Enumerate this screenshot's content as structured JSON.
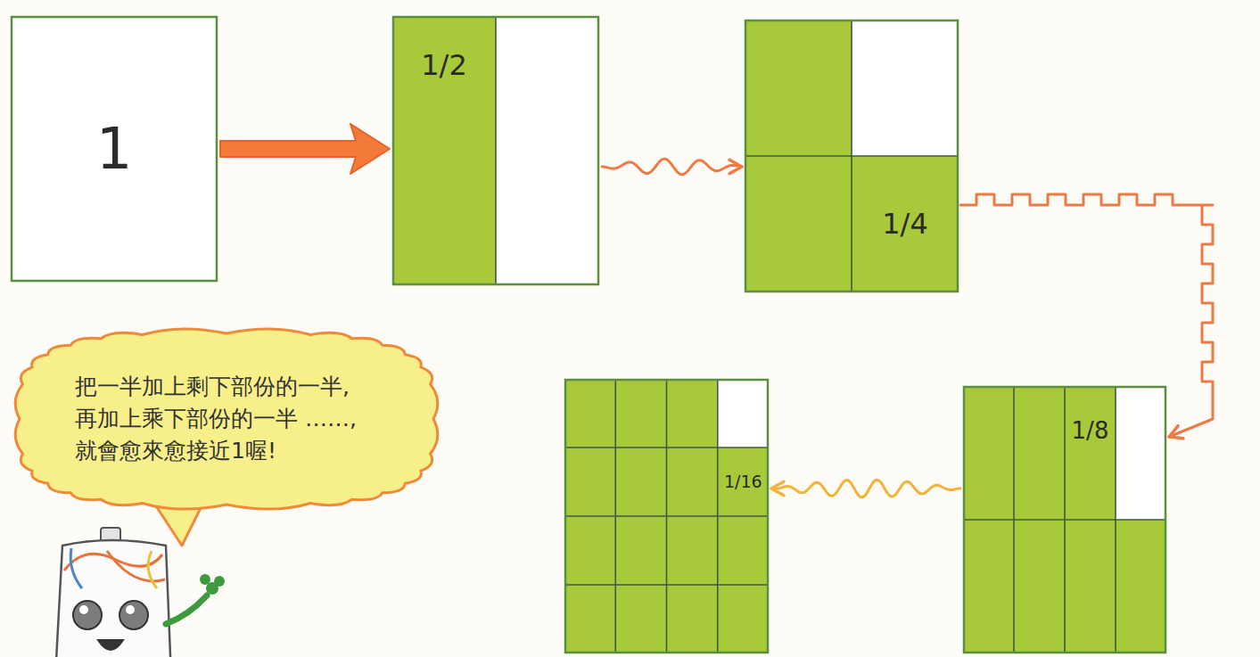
{
  "diagram": {
    "nodes": [
      {
        "text": [
          "1"
        ]
      },
      {
        "text": [
          "1/2"
        ]
      },
      {
        "text": [
          "1/4"
        ]
      },
      {
        "text": [
          "把一半加上剩下部份的一半, 再加上乘下部份的一半 ……,就會愈來愈接近1喔!"
        ]
      },
      {
        "text": [
          "1/16"
        ]
      },
      {
        "text": [
          "1/8"
        ]
      }
    ],
    "edges": [
      {
        "from": 0,
        "to": 1,
        "arrow": "to"
      },
      {
        "from": 1,
        "to": 2,
        "arrow": "to"
      },
      {
        "from": 2,
        "to": 5,
        "arrow": "to"
      },
      {
        "from": 5,
        "to": 4,
        "arrow": "to"
      }
    ]
  }
}
